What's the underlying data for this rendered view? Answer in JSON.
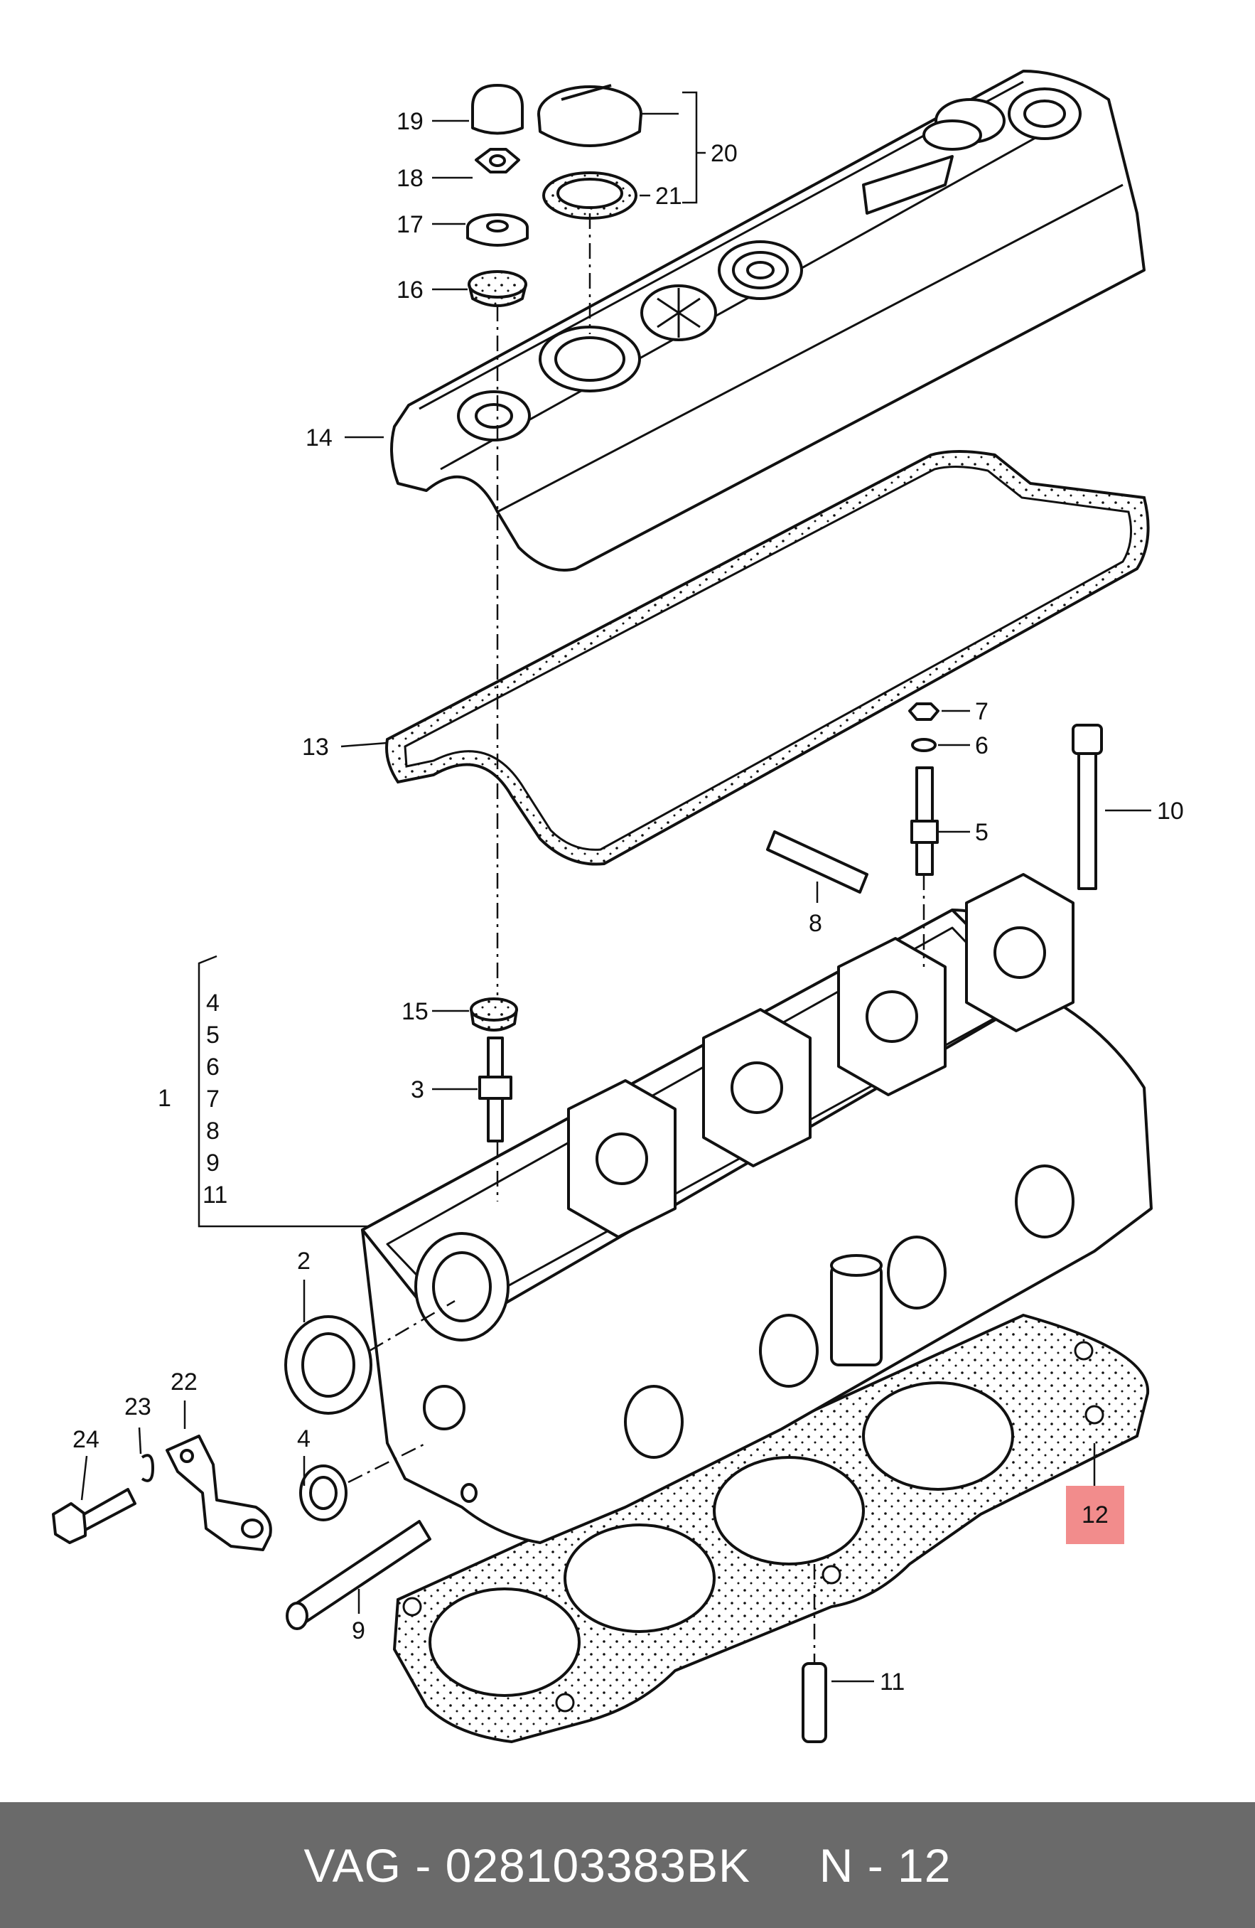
{
  "callouts": {
    "c1": "1",
    "c2": "2",
    "c3": "3",
    "c4": "4",
    "c5": "5",
    "c6": "6",
    "c7": "7",
    "c8": "8",
    "c9": "9",
    "c10": "10",
    "c11": "11",
    "c12": "12",
    "c13": "13",
    "c14": "14",
    "c15": "15",
    "c16": "16",
    "c17": "17",
    "c18": "18",
    "c19": "19",
    "c20": "20",
    "c21": "21",
    "c22": "22",
    "c23": "23",
    "c24": "24",
    "bracket_items": [
      "4",
      "5",
      "6",
      "7",
      "8",
      "9",
      "11"
    ]
  },
  "highlight": {
    "part": "12",
    "color": "#f28c8c"
  },
  "footer": {
    "text": "VAG - 028103383BK     N - 12",
    "background": "#6a6a6a",
    "text_color": "#ffffff"
  }
}
